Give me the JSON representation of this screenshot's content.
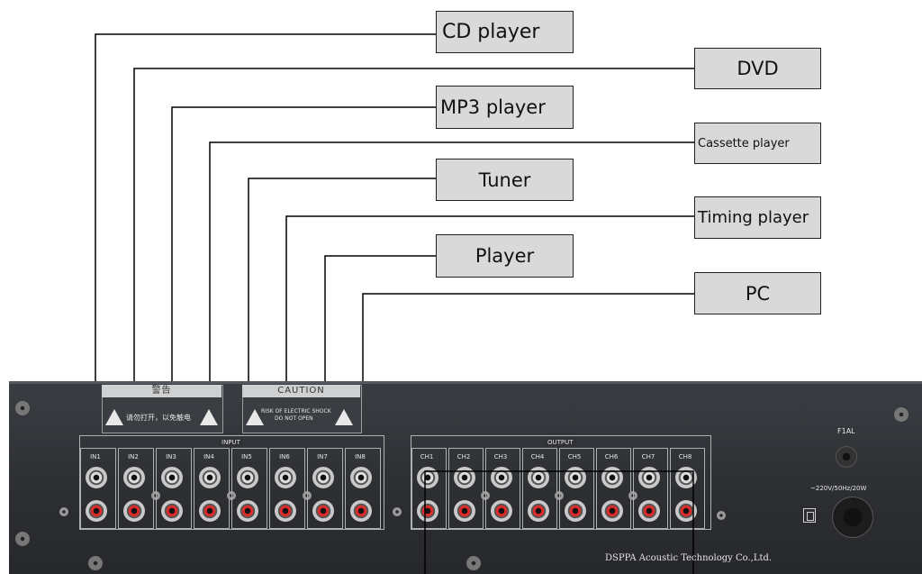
{
  "devices": [
    {
      "name": "CD player"
    },
    {
      "name": "DVD"
    },
    {
      "name": "MP3 player"
    },
    {
      "name": "Cassette player"
    },
    {
      "name": "Tuner"
    },
    {
      "name": "Timing player"
    },
    {
      "name": "Player"
    },
    {
      "name": "PC"
    }
  ],
  "panel": {
    "warning_cn_title": "警告",
    "warning_cn_text": "请勿打开，以免触电",
    "caution_title": "CAUTION",
    "caution_line1": "RISK OF ELECTRIC SHOCK",
    "caution_line2": "DO NOT OPEN",
    "input_title": "INPUT",
    "output_title": "OUTPUT",
    "input_labels": [
      "IN1",
      "IN2",
      "IN3",
      "IN4",
      "IN5",
      "IN6",
      "IN7",
      "IN8"
    ],
    "output_labels": [
      "CH1",
      "CH2",
      "CH3",
      "CH4",
      "CH5",
      "CH6",
      "CH7",
      "CH8"
    ],
    "fuse_label": "F1AL",
    "power_label": "~220V/50Hz/20W",
    "maker": "DSPPA Acoustic Technology Co.,Ltd."
  },
  "colors": {
    "label_fill": "#d9d9d9",
    "wire": "#000000",
    "panel": "#2f3135",
    "jack_red": "#e02a2a"
  }
}
